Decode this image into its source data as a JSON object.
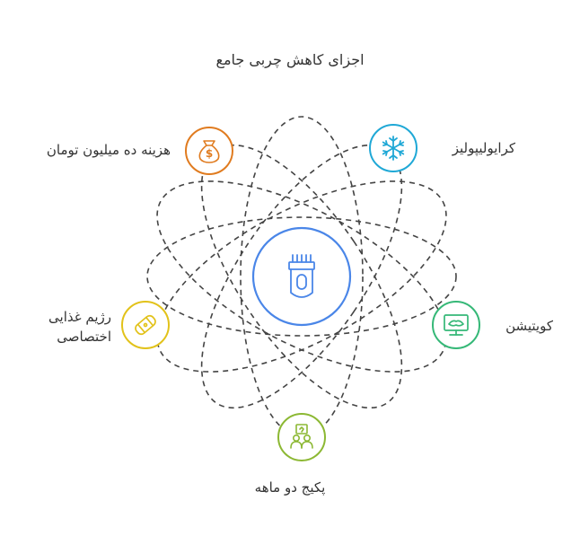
{
  "title": "اجزای کاهش چربی جامع",
  "center": {
    "icon": "razor-icon",
    "color": "#4a86e8"
  },
  "nodes": [
    {
      "label": "هزینه ده میلیون تومان",
      "icon": "money-bag-icon",
      "color": "#e07b1f"
    },
    {
      "label": "کرایولیپولیز",
      "icon": "snowflake-icon",
      "color": "#1fa8d6"
    },
    {
      "label": "رژیم غذایی اختصاصی",
      "line1": "رژیم غذایی",
      "line2": "اختصاصی",
      "icon": "food-wrap-icon",
      "color": "#e2c21a"
    },
    {
      "label": "کویتیشن",
      "icon": "monitor-icon",
      "color": "#35b877"
    },
    {
      "label": "پکیج دو ماهه",
      "icon": "group-package-icon",
      "color": "#8cb833"
    }
  ]
}
